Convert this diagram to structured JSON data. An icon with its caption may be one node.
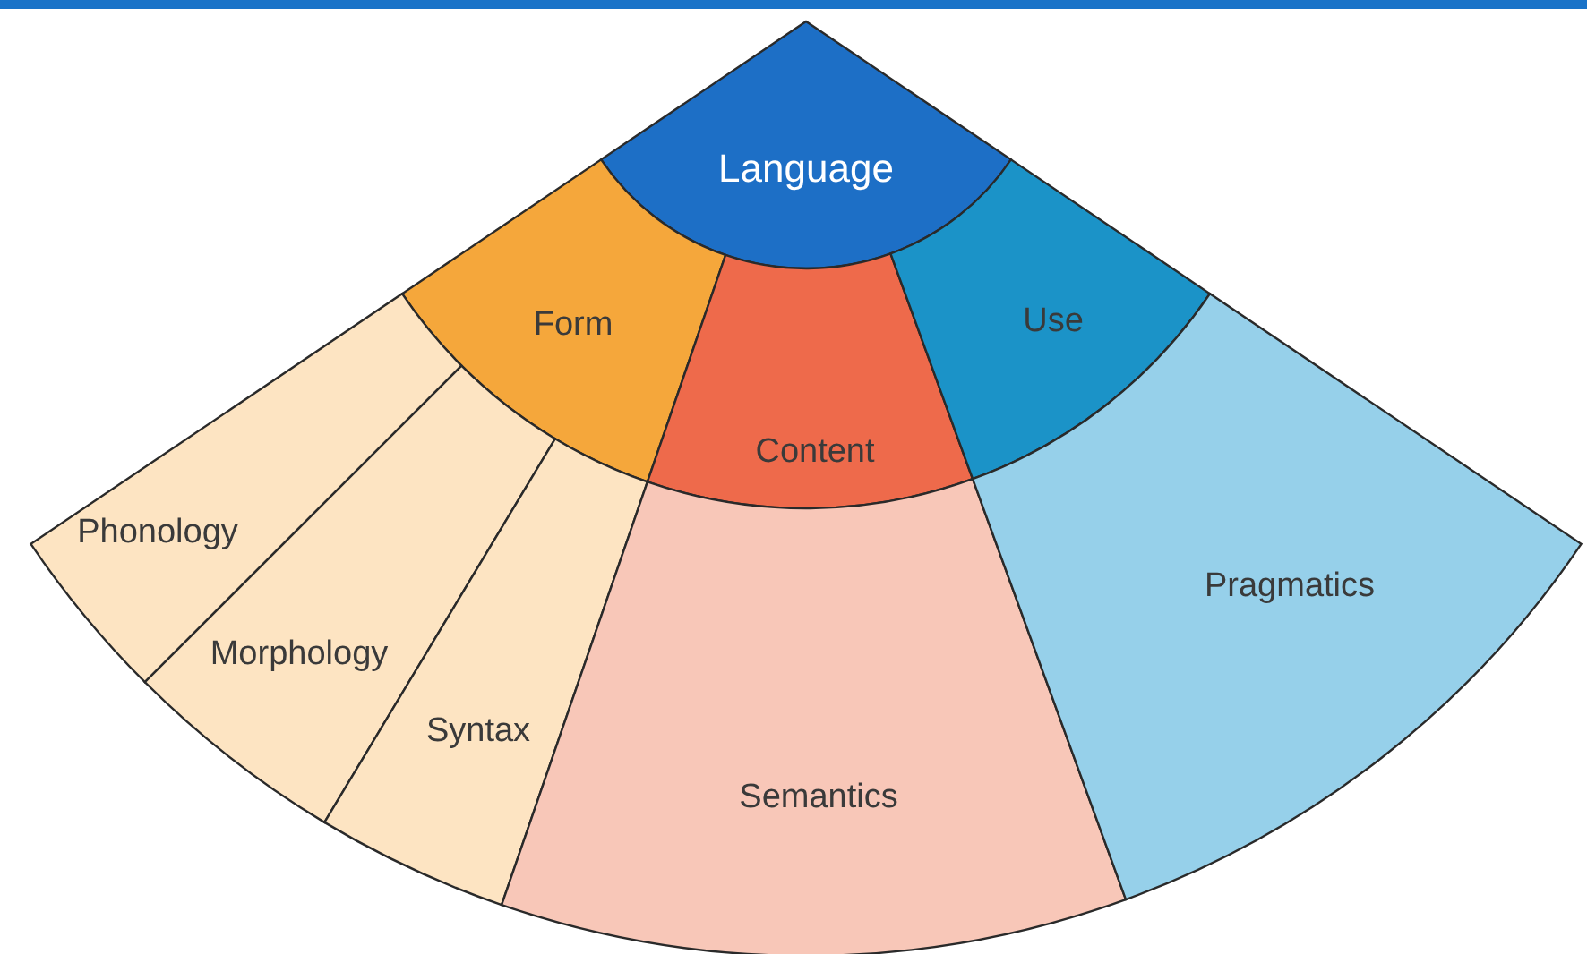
{
  "diagram": {
    "nodes": [
      {
        "text": [
          "Language"
        ]
      },
      {
        "text": [
          "Form"
        ]
      },
      {
        "text": [
          "Content"
        ]
      },
      {
        "text": [
          "Use"
        ]
      },
      {
        "text": [
          "Phonology"
        ]
      },
      {
        "text": [
          "Morphology"
        ]
      },
      {
        "text": [
          "Syntax"
        ]
      },
      {
        "text": [
          "Semantics"
        ]
      },
      {
        "text": [
          "Pragmatics"
        ]
      }
    ]
  }
}
